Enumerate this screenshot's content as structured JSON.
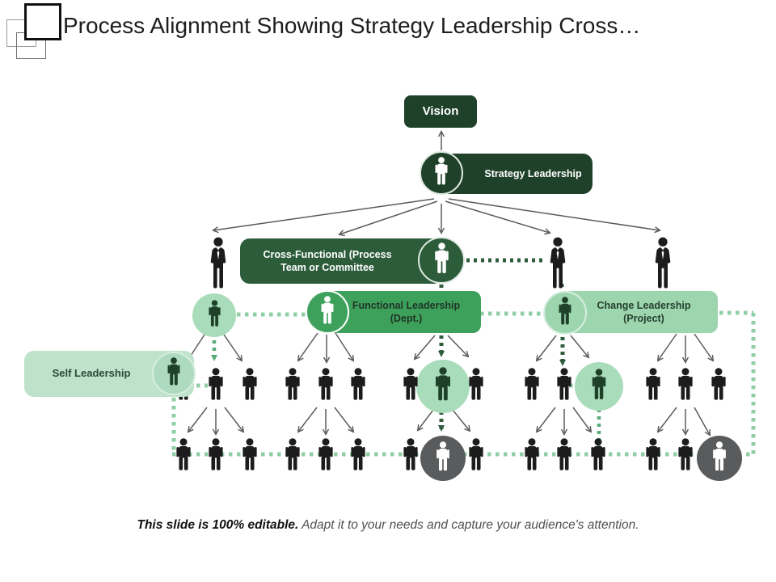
{
  "header": {
    "title": "Process Alignment Showing Strategy Leadership Cross…"
  },
  "boxes": {
    "vision": "Vision",
    "strategy": "Strategy Leadership",
    "cross_line1": "Cross-Functional  (Process",
    "cross_line2": "Team or Committee",
    "functional_line1": "Functional  Leadership",
    "functional_line2": "(Dept.)",
    "change_line1": "Change Leadership",
    "change_line2": "(Project)",
    "self": "Self Leadership"
  },
  "footer": {
    "bold": "This slide is 100% editable.",
    "rest": "Adapt it to your needs and capture your audience's attention."
  },
  "icons": {
    "person_icon": "human-silhouette",
    "businessman_icon": "human-silhouette-with-tie"
  },
  "colors": {
    "dark_green": "#1f4129",
    "forest_green": "#2c5c3a",
    "medium_green": "#3ea15b",
    "light_green": "#9dd5af",
    "pale_green": "#bfe2cb",
    "highlight_green": "#a9dcba",
    "gray_circle": "#595b5c",
    "dotted_light": "#90cfa5",
    "dotted_dark": "#2f5d3d",
    "dotted_mid": "#58ab78",
    "arrow_gray": "#5a5a5a",
    "person_black": "#1c1c1c",
    "title_color": "#1d1d1d",
    "footer_gray": "#4f4f4f"
  }
}
